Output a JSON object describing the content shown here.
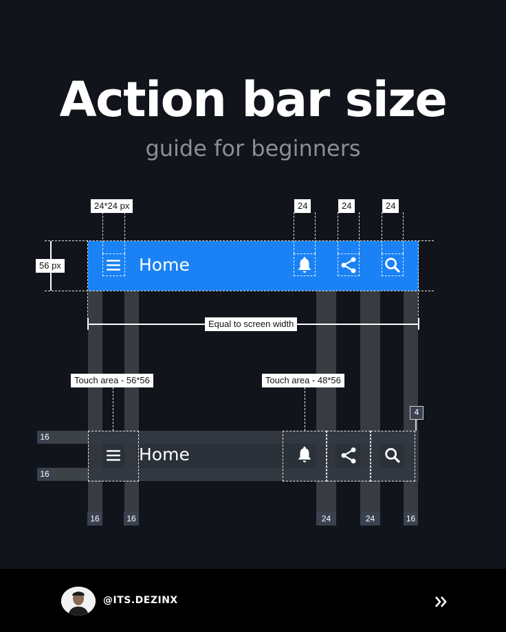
{
  "title": "Action bar size",
  "subtitle": "guide for beginners",
  "top_labels": {
    "menu_icon_size": "24*24 px",
    "bell_icon_size": "24",
    "share_icon_size": "24",
    "search_icon_size": "24",
    "bar_height": "56 px",
    "width_note": "Equal to screen width"
  },
  "app_bar": {
    "title": "Home"
  },
  "touch_areas": {
    "nav": "Touch area - 56*56",
    "action": "Touch area -  48*56"
  },
  "spacing": {
    "top_gap": "4",
    "left_top": "16",
    "left_bottom": "16",
    "bottom": [
      "16",
      "16",
      "24",
      "24",
      "16"
    ]
  },
  "footer": {
    "handle": "@ITS.DEZINX"
  },
  "colors": {
    "background": "#11141a",
    "appbar_accent": "#1a82f5",
    "appbar_dark": "#2b313b"
  },
  "icons": [
    "menu-icon",
    "bell-icon",
    "share-icon",
    "search-icon",
    "chevron-right-icon"
  ]
}
